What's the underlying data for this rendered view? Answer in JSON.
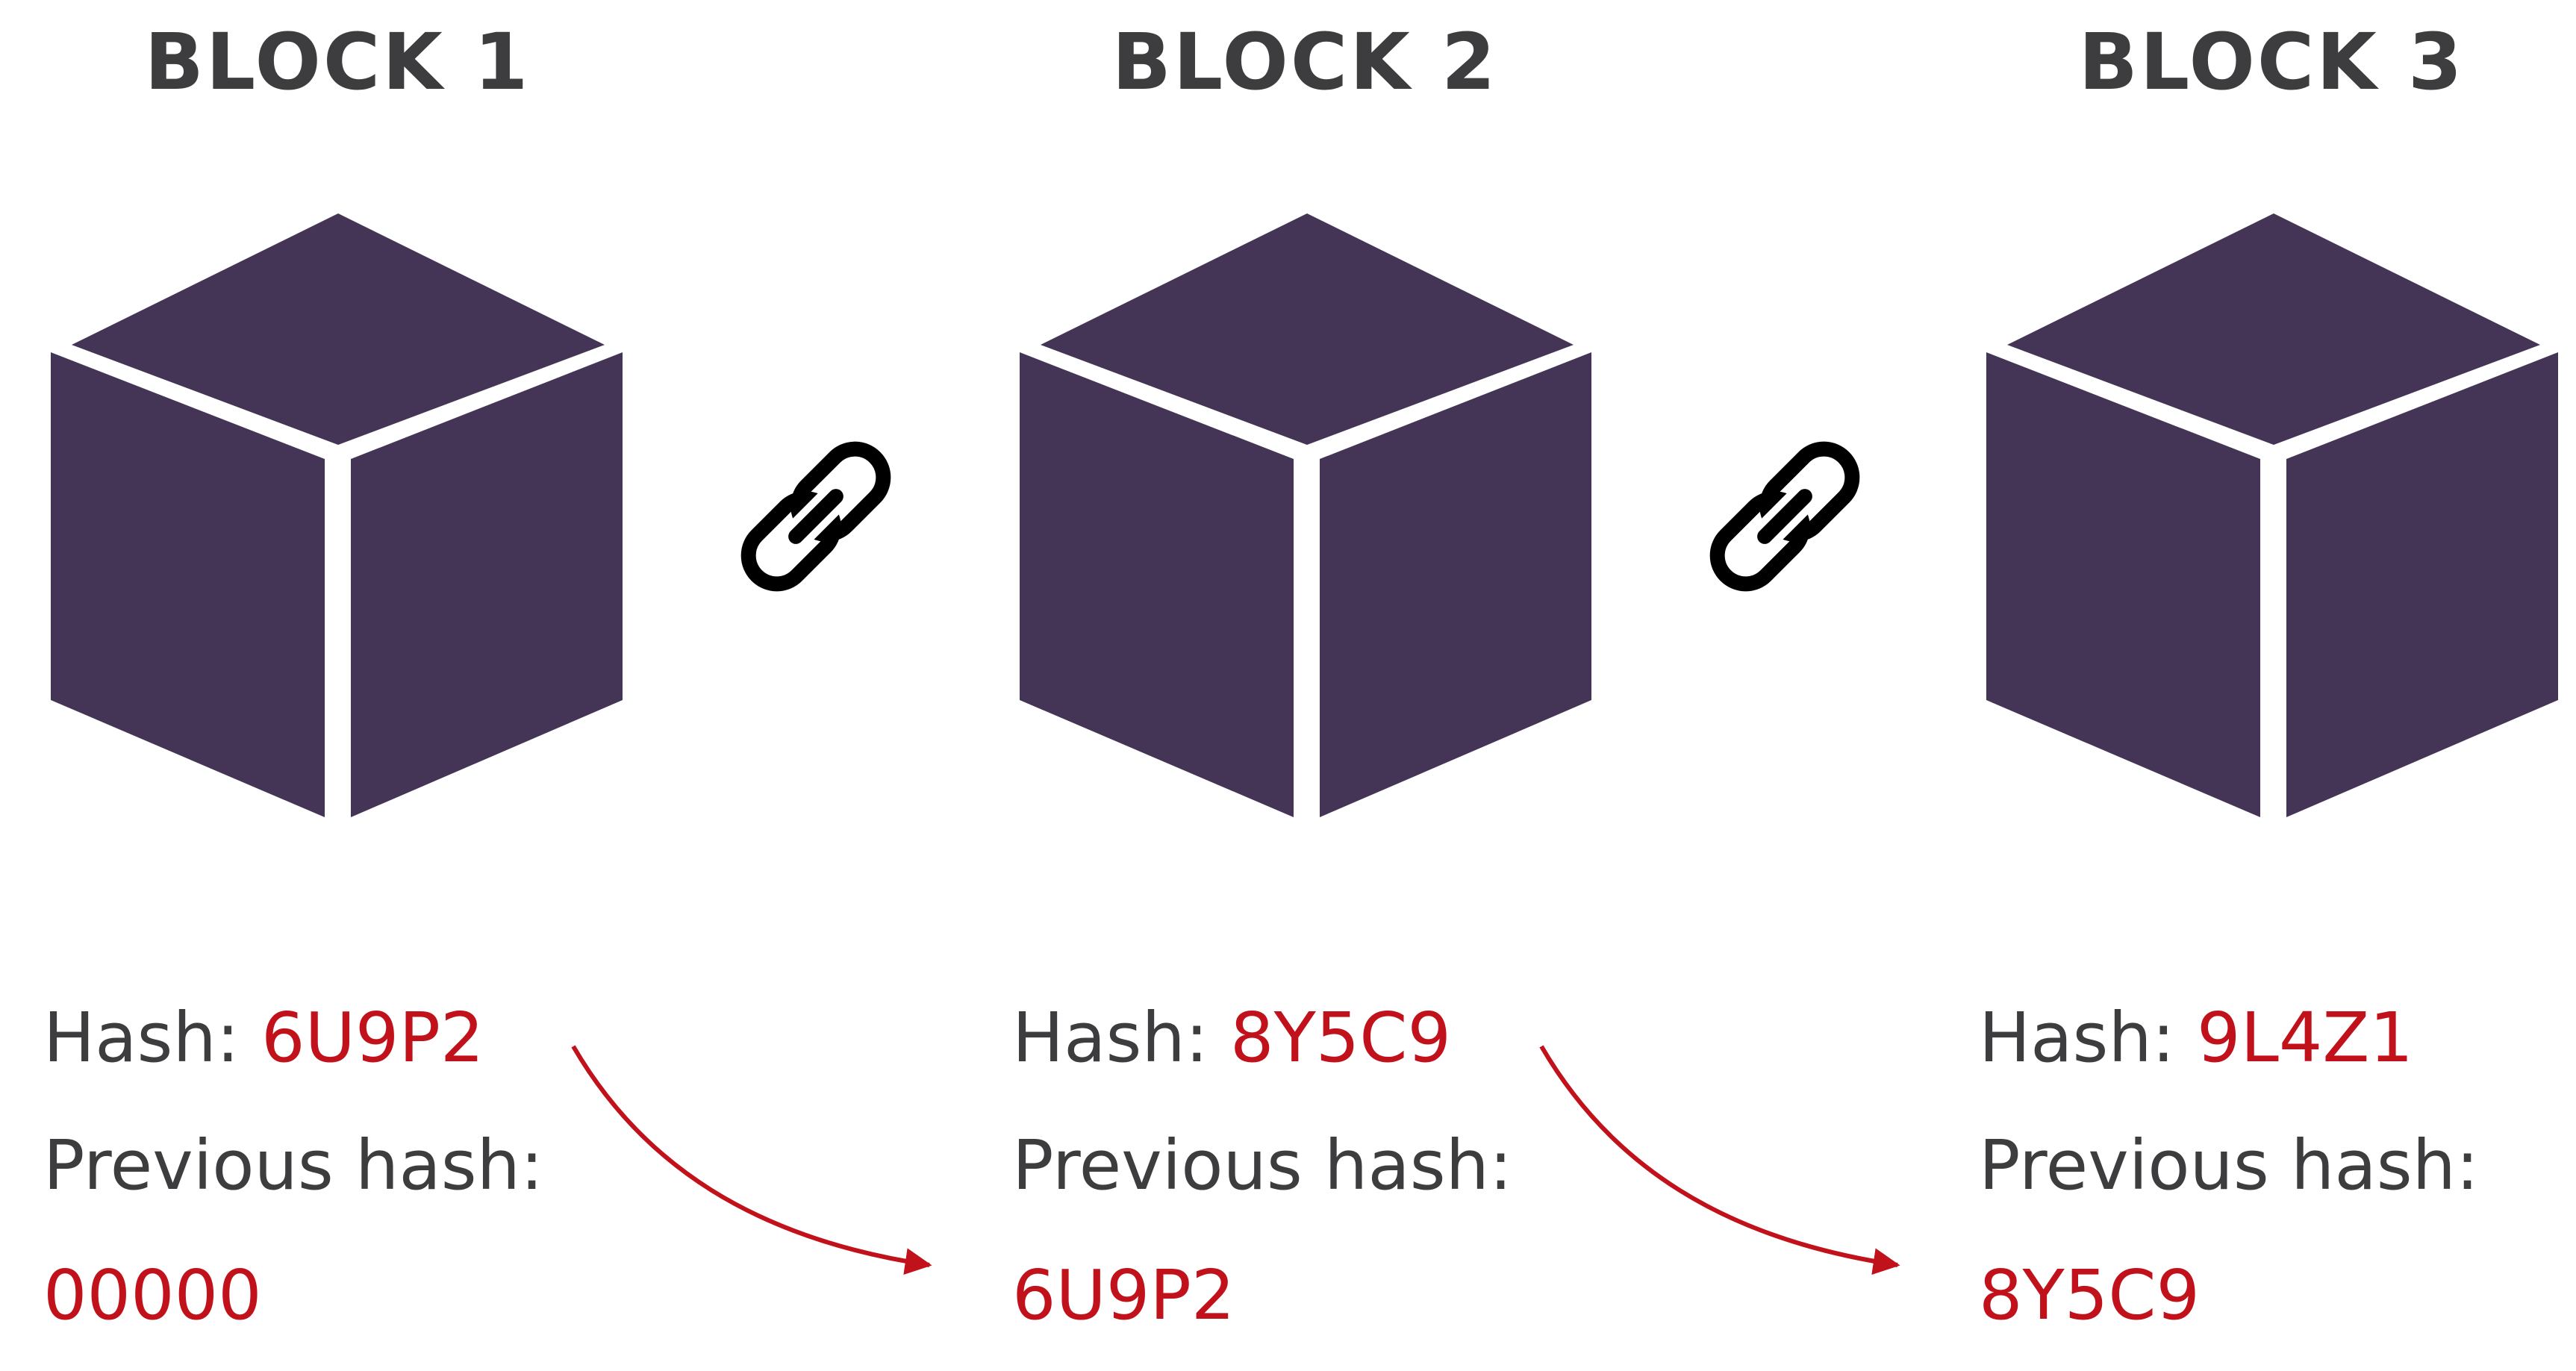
{
  "colors": {
    "cube": "#443456",
    "hash_red": "#c1121c",
    "label_gray": "#3d3d3f",
    "link_icon": "#000000"
  },
  "blocks": [
    {
      "title": "BLOCK 1",
      "hash_label": "Hash:",
      "hash": "6U9P2",
      "previous_hash_label": "Previous hash:",
      "previous_hash": "00000"
    },
    {
      "title": "BLOCK 2",
      "hash_label": "Hash:",
      "hash": "8Y5C9",
      "previous_hash_label": "Previous hash:",
      "previous_hash": "6U9P2"
    },
    {
      "title": "BLOCK 3",
      "hash_label": "Hash:",
      "hash": "9L4Z1",
      "previous_hash_label": "Previous hash:",
      "previous_hash": "8Y5C9"
    }
  ],
  "icons": {
    "cube": "cube-icon",
    "link": "chain-link-icon",
    "arrow": "curved-arrow"
  }
}
